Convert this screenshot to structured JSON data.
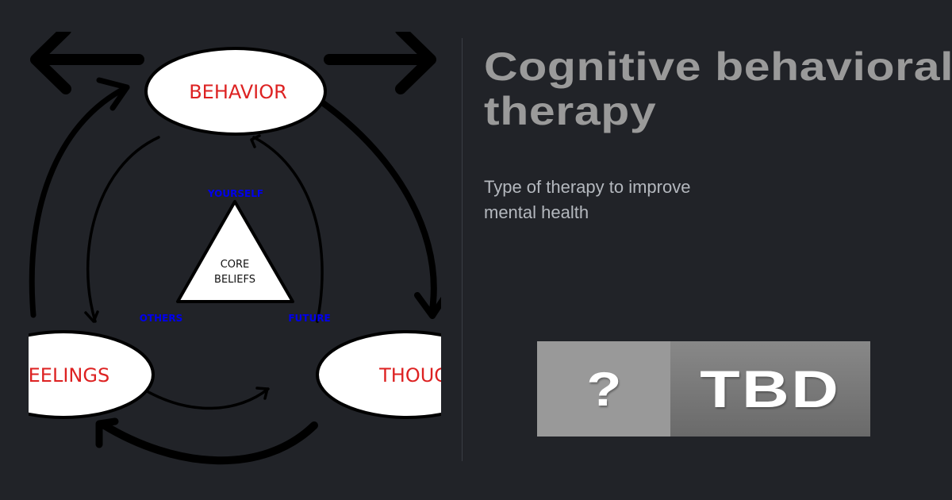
{
  "diagram": {
    "nodes": {
      "behavior": "BEHAVIOR",
      "feelings": "FEELINGS",
      "thoughts": "THOUGHTS"
    },
    "core": {
      "line1": "CORE",
      "line2": "BELIEFS"
    },
    "triad": {
      "top": "YOURSELF",
      "left": "OTHERS",
      "right": "FUTURE"
    },
    "colors": {
      "node_text": "#dd2222",
      "triad_text": "#0000ee"
    }
  },
  "header": {
    "title": "Cognitive behavioral therapy",
    "subtitle": "Type of therapy to improve mental health"
  },
  "badge": {
    "icon": "?",
    "label": "TBD"
  }
}
